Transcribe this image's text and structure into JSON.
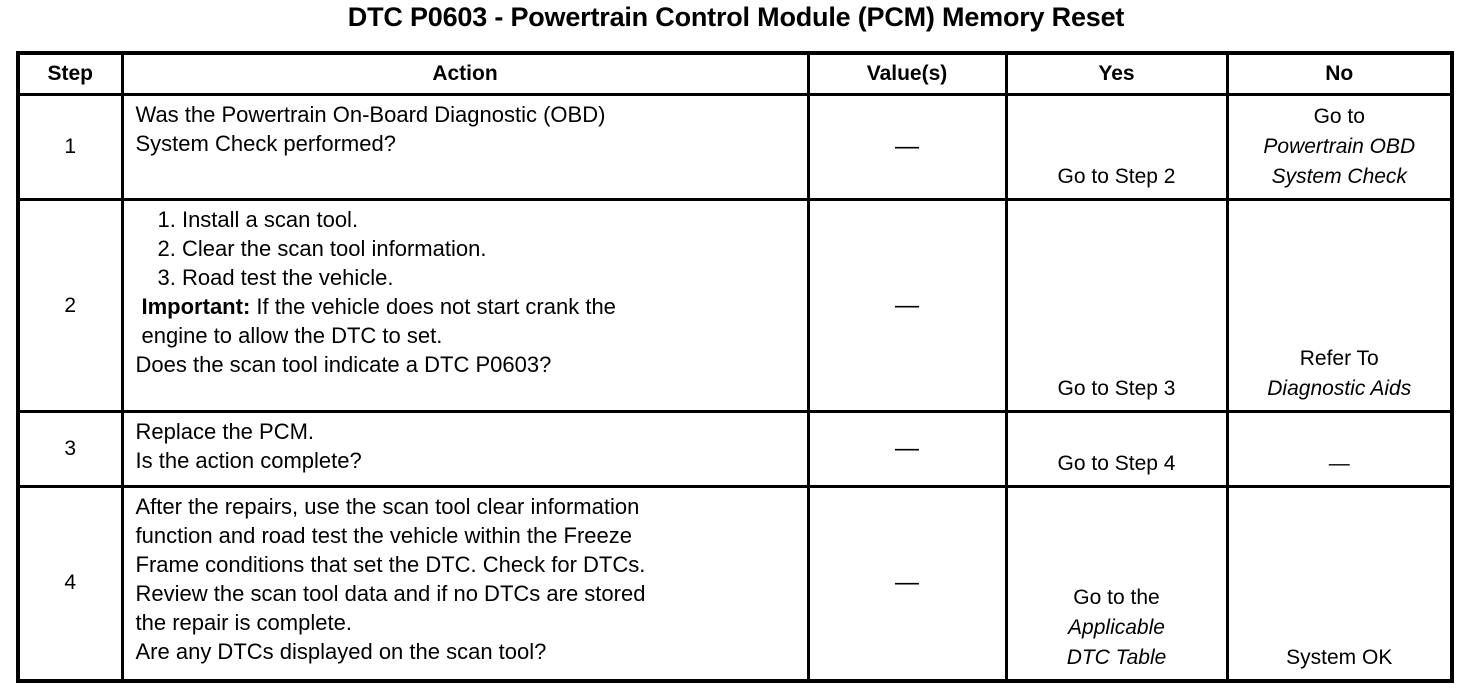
{
  "document": {
    "title": "DTC P0603 - Powertrain Control Module (PCM) Memory Reset"
  },
  "table": {
    "headers": {
      "step": "Step",
      "action": "Action",
      "value": "Value(s)",
      "yes": "Yes",
      "no": "No"
    },
    "rows": [
      {
        "step": "1",
        "action_lines": [
          {
            "text": "Was the Powertrain On-Board Diagnostic (OBD)",
            "style": "plain"
          },
          {
            "text": "System Check performed?",
            "style": "plain"
          }
        ],
        "value": "—",
        "yes_lines": [
          {
            "text": "Go to Step 2",
            "style": "plain"
          }
        ],
        "no_lines": [
          {
            "text": "Go to",
            "style": "plain"
          },
          {
            "text": "Powertrain OBD",
            "style": "italic"
          },
          {
            "text": "System Check",
            "style": "italic"
          }
        ]
      },
      {
        "step": "2",
        "action_lines": [
          {
            "text": "1. Install a scan tool.",
            "style": "numbered"
          },
          {
            "text": "2. Clear the scan tool information.",
            "style": "numbered"
          },
          {
            "text": "3. Road test the vehicle.",
            "style": "numbered"
          },
          {
            "text": "Important: If the vehicle does not start crank the",
            "style": "important",
            "bold_prefix": "Important:",
            "rest": " If the vehicle does not start crank the"
          },
          {
            "text": "engine to allow the DTC to set.",
            "style": "indent"
          },
          {
            "text": "Does the scan tool indicate a DTC P0603?",
            "style": "plain"
          }
        ],
        "value": "—",
        "yes_lines": [
          {
            "text": "Go to Step 3",
            "style": "plain"
          }
        ],
        "no_lines": [
          {
            "text": "Refer To",
            "style": "plain"
          },
          {
            "text": "Diagnostic Aids",
            "style": "italic"
          }
        ]
      },
      {
        "step": "3",
        "action_lines": [
          {
            "text": "Replace the PCM.",
            "style": "plain"
          },
          {
            "text": "Is the action complete?",
            "style": "plain"
          }
        ],
        "value": "—",
        "yes_lines": [
          {
            "text": "Go to Step 4",
            "style": "plain"
          }
        ],
        "no_lines": [
          {
            "text": "—",
            "style": "plain"
          }
        ]
      },
      {
        "step": "4",
        "action_lines": [
          {
            "text": "After the repairs, use the scan tool clear information",
            "style": "plain"
          },
          {
            "text": "function and road test the vehicle within the Freeze",
            "style": "plain"
          },
          {
            "text": "Frame conditions that set the DTC. Check for DTCs.",
            "style": "plain"
          },
          {
            "text": "Review the scan tool data and if no DTCs are stored",
            "style": "plain"
          },
          {
            "text": "the repair is complete.",
            "style": "plain"
          },
          {
            "text": "Are any DTCs displayed on the scan tool?",
            "style": "plain"
          }
        ],
        "value": "—",
        "yes_lines": [
          {
            "text": "Go to the",
            "style": "plain"
          },
          {
            "text": "Applicable",
            "style": "italic"
          },
          {
            "text": "DTC Table",
            "style": "italic"
          }
        ],
        "no_lines": [
          {
            "text": "System OK",
            "style": "plain"
          }
        ]
      }
    ]
  },
  "colors": {
    "ink": "#000000",
    "paper": "#ffffff"
  }
}
